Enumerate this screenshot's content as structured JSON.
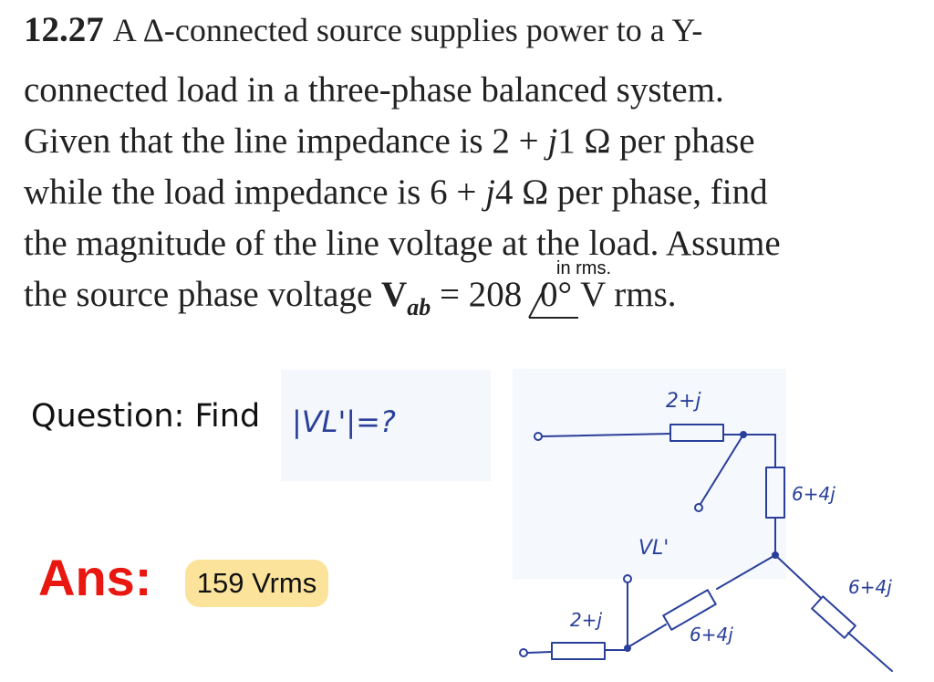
{
  "problem": {
    "number": "12.27",
    "line1": "A Δ-connected source supplies power to a Y-",
    "line2": "connected load in a three-phase balanced system.",
    "line3_a": "Given that the line impedance is 2 + ",
    "line3_j": "j",
    "line3_b": "1 Ω per phase",
    "line4_a": "while the load impedance is 6 + ",
    "line4_j": "j",
    "line4_b": "4 Ω per phase, find",
    "line5": "the magnitude of the line voltage at the load. Assume",
    "line6_a": "the source phase voltage ",
    "line6_v": "V",
    "line6_sub": "ab",
    "line6_eq": " = 208",
    "line6_angle": "0° V rms."
  },
  "annotation_note": "in rms.",
  "question": {
    "label": "Question: Find",
    "handwritten": "|VL'|=?"
  },
  "answer": {
    "label": "Ans:",
    "value": "159 Vrms"
  },
  "circuit": {
    "line_impedance_top": "2+j",
    "line_impedance_bottom": "2+j",
    "load_impedance_a": "6+4j",
    "load_impedance_b": "6+4j",
    "load_impedance_c": "6+4j",
    "voltage_label": "VL'"
  },
  "colors": {
    "answer_red": "#e8170f",
    "badge_yellow": "#fbe39b",
    "ink_blue": "#2a3f9a"
  }
}
